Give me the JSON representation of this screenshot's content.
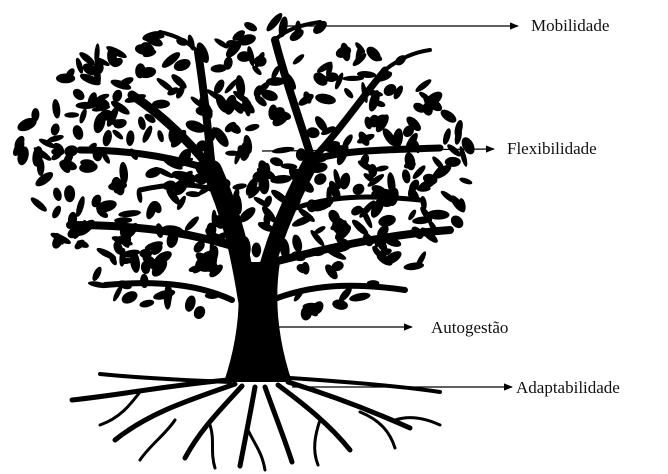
{
  "figure": {
    "background": "#ffffff",
    "ink_color": "#000000",
    "labels": [
      {
        "text": "Mobilidade"
      },
      {
        "text": "Flexibilidade"
      },
      {
        "text": "Autogestão"
      },
      {
        "text": "Adaptabilidade"
      }
    ]
  }
}
